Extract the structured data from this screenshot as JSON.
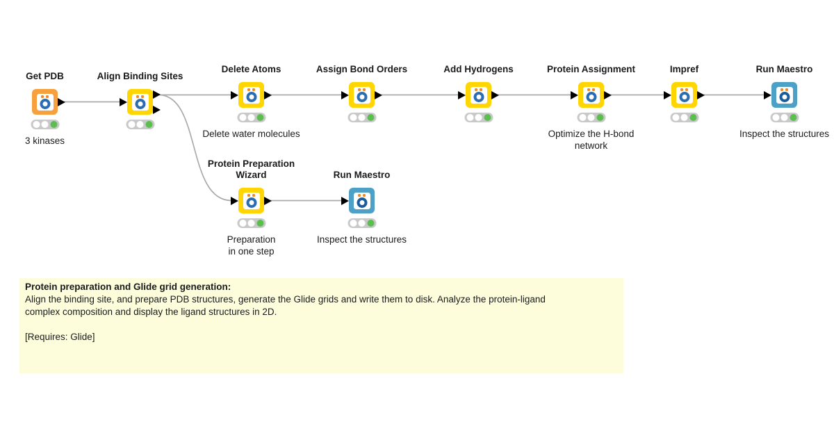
{
  "workflow": {
    "nodes": [
      {
        "title": "Get PDB",
        "comment": "3 kinases",
        "color": "orange",
        "traffic_light": "green"
      },
      {
        "title": "Align Binding Sites",
        "comment": "",
        "color": "yellow",
        "traffic_light": "green"
      },
      {
        "title": "Delete Atoms",
        "comment": "Delete water molecules",
        "color": "yellow",
        "traffic_light": "green"
      },
      {
        "title": "Assign Bond Orders",
        "comment": "",
        "color": "yellow",
        "traffic_light": "green"
      },
      {
        "title": "Add Hydrogens",
        "comment": "",
        "color": "yellow",
        "traffic_light": "green"
      },
      {
        "title": "Protein Assignment",
        "comment": "Optimize the H-bond\nnetwork",
        "color": "yellow",
        "traffic_light": "green"
      },
      {
        "title": "Impref",
        "comment": "",
        "color": "yellow",
        "traffic_light": "green"
      },
      {
        "title": "Run Maestro",
        "comment": "Inspect the structures",
        "color": "blue",
        "traffic_light": "green"
      },
      {
        "title": "Protein Preparation\nWizard",
        "comment": "Preparation\nin one step",
        "color": "yellow",
        "traffic_light": "green"
      },
      {
        "title": "Run Maestro",
        "comment": "Inspect the structures",
        "color": "blue",
        "traffic_light": "green"
      }
    ]
  },
  "annotation": {
    "title": "Protein preparation and Glide grid generation:",
    "body": "Align the binding site, and prepare PDB structures, generate the Glide grids and write them to disk. Analyze the protein-ligand\ncomplex composition and display the ligand structures in 2D.",
    "requires": "[Requires: Glide]"
  },
  "colors": {
    "node_yellow": "#FFD504",
    "node_orange": "#F6A13E",
    "node_blue": "#4DA0C6",
    "icon_ring": "#2A6DB2",
    "icon_ring_dark": "#1A5C9E",
    "icon_dots": "#F08A1E",
    "status_green": "#5BBE4E",
    "status_bar": "#C9C9C9",
    "connection": "#AAAAAA",
    "annotation_bg": "#FDFDDC"
  }
}
